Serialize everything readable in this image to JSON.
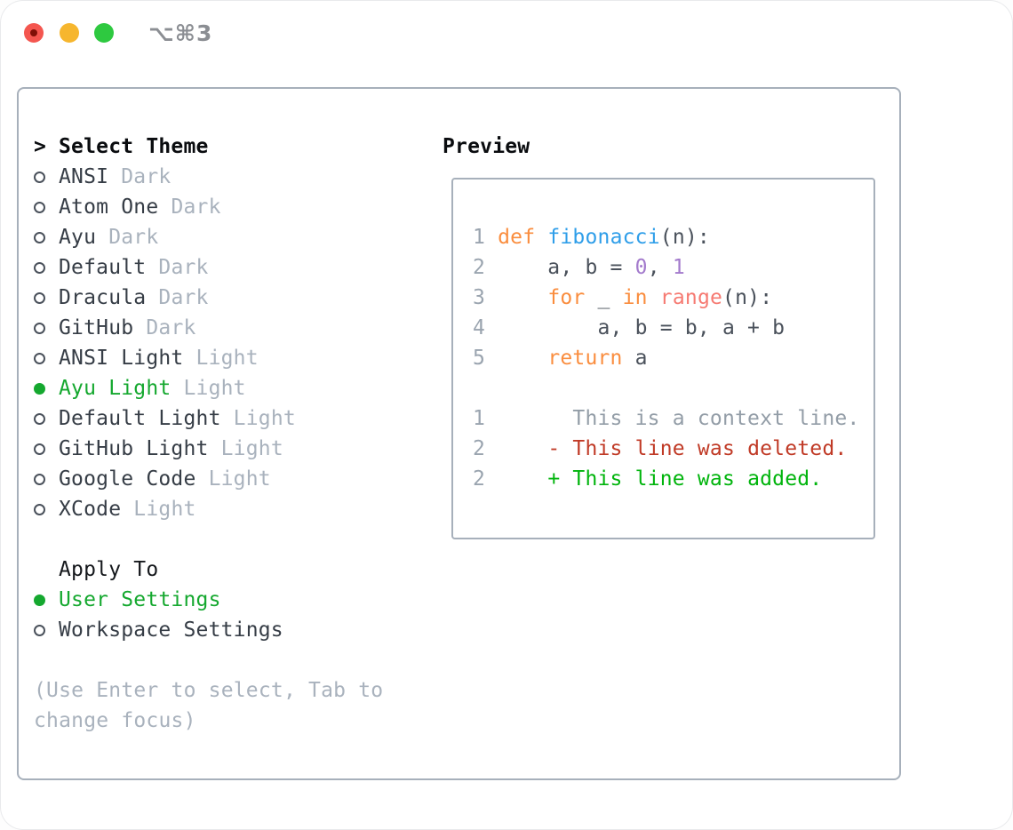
{
  "window": {
    "title": "⌥⌘3"
  },
  "colors": {
    "accent_green": "#15a82f",
    "diff_added_green": "#00b40c",
    "diff_deleted_red": "#c03a26",
    "keyword_orange": "#fa8d3e",
    "function_blue": "#2f9ee9",
    "number_purple": "#a37acc",
    "call_coral": "#f67a72",
    "muted_gray": "#a9b2bd",
    "border_gray": "#a7b0bb",
    "traffic_red": "#f4564f",
    "traffic_yellow": "#f6b62e",
    "traffic_green": "#2ec940"
  },
  "picker": {
    "heading_marker": ">",
    "heading": "Select Theme",
    "themes": [
      {
        "name": "ANSI",
        "variant": "Dark",
        "selected": false
      },
      {
        "name": "Atom One",
        "variant": "Dark",
        "selected": false
      },
      {
        "name": "Ayu",
        "variant": "Dark",
        "selected": false
      },
      {
        "name": "Default",
        "variant": "Dark",
        "selected": false
      },
      {
        "name": "Dracula",
        "variant": "Dark",
        "selected": false
      },
      {
        "name": "GitHub",
        "variant": "Dark",
        "selected": false
      },
      {
        "name": "ANSI Light",
        "variant": "Light",
        "selected": false
      },
      {
        "name": "Ayu Light",
        "variant": "Light",
        "selected": true
      },
      {
        "name": "Default Light",
        "variant": "Light",
        "selected": false
      },
      {
        "name": "GitHub Light",
        "variant": "Light",
        "selected": false
      },
      {
        "name": "Google Code",
        "variant": "Light",
        "selected": false
      },
      {
        "name": "XCode",
        "variant": "Light",
        "selected": false
      }
    ],
    "apply_heading": "Apply To",
    "apply_options": [
      {
        "label": "User Settings",
        "selected": true
      },
      {
        "label": "Workspace Settings",
        "selected": false
      }
    ],
    "hint_lines": [
      "(Use Enter to select, Tab to",
      "change focus)"
    ]
  },
  "preview": {
    "heading": "Preview",
    "lines": [
      {
        "tokens": [
          [
            "ln",
            "1 "
          ],
          [
            "kw",
            "def"
          ],
          [
            "t",
            " "
          ],
          [
            "fn",
            "fibonacci"
          ],
          [
            "t",
            "(n):"
          ]
        ]
      },
      {
        "tokens": [
          [
            "ln",
            "2 "
          ],
          [
            "t",
            "    a, b = "
          ],
          [
            "num",
            "0"
          ],
          [
            "t",
            ", "
          ],
          [
            "num",
            "1"
          ]
        ]
      },
      {
        "tokens": [
          [
            "ln",
            "3 "
          ],
          [
            "t",
            "    "
          ],
          [
            "kw",
            "for"
          ],
          [
            "t",
            " _ "
          ],
          [
            "kw",
            "in"
          ],
          [
            "t",
            " "
          ],
          [
            "call",
            "range"
          ],
          [
            "t",
            "(n):"
          ]
        ]
      },
      {
        "tokens": [
          [
            "ln",
            "4 "
          ],
          [
            "t",
            "        a, b = b, a + b"
          ]
        ]
      },
      {
        "tokens": [
          [
            "ln",
            "5 "
          ],
          [
            "t",
            "    "
          ],
          [
            "kw",
            "return"
          ],
          [
            "t",
            " a"
          ]
        ]
      },
      {
        "tokens": []
      },
      {
        "tokens": [
          [
            "ln",
            "1"
          ],
          [
            "ctx",
            "       This is a context line."
          ]
        ]
      },
      {
        "tokens": [
          [
            "ln",
            "2"
          ],
          [
            "t",
            "     "
          ],
          [
            "del",
            "- This line was deleted."
          ]
        ]
      },
      {
        "tokens": [
          [
            "ln",
            "2"
          ],
          [
            "t",
            "     "
          ],
          [
            "add",
            "+ This line was added."
          ]
        ]
      }
    ]
  }
}
